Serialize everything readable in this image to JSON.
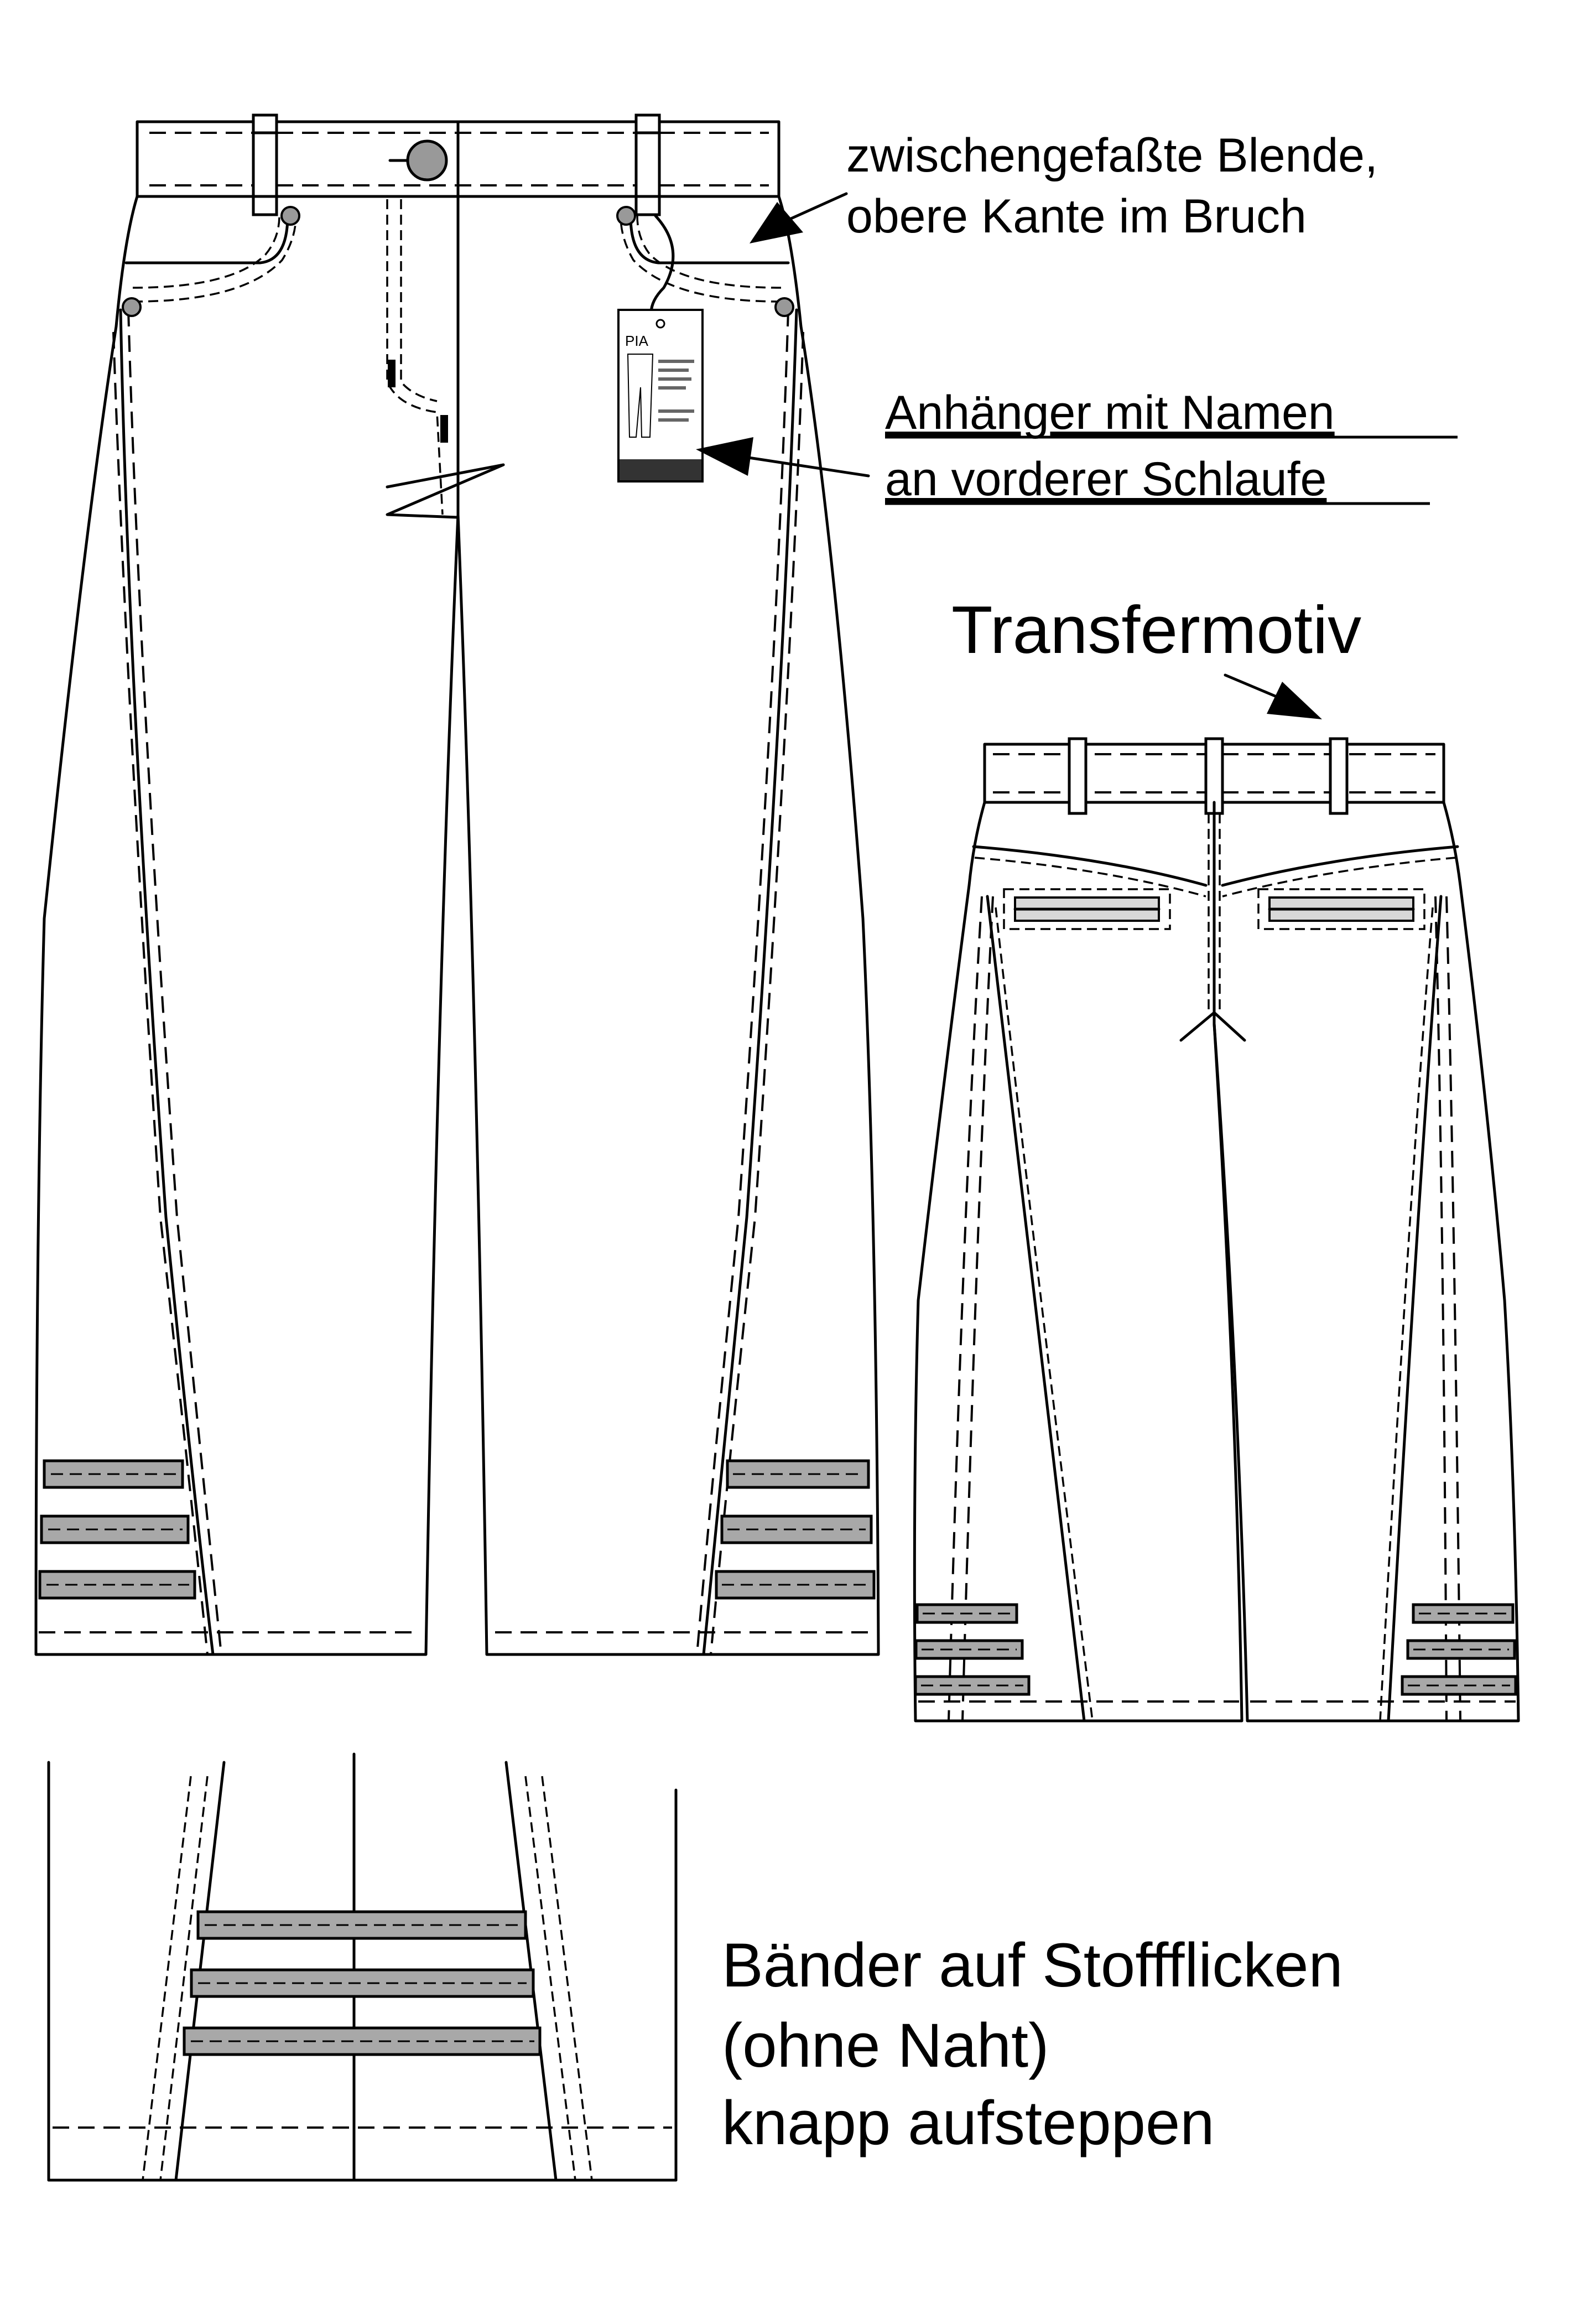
{
  "annotations": {
    "waistband_note": {
      "line1": "zwischengefaßte Blende,",
      "line2": "obere Kante im Bruch"
    },
    "tag_note": {
      "line1": "Anhänger mit Namen",
      "line2": "an vorderer Schlaufe"
    },
    "back_title": "Transfermotiv",
    "detail_note": {
      "line1": "Bänder auf Stoffflicken",
      "line2": "(ohne Naht)",
      "line3": "knapp aufsteppen"
    }
  },
  "hang_tag": {
    "name": "PIA"
  },
  "colors": {
    "line": "#000000",
    "band_fill": "#a8a8a8",
    "button_fill": "#999999",
    "background": "#ffffff"
  }
}
